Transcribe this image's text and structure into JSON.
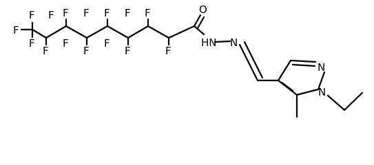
{
  "image": {
    "background": "#ffffff",
    "line_color": "#000000"
  },
  "molecule": {
    "fluorines": [
      "F",
      "F",
      "F",
      "F",
      "F",
      "F",
      "F",
      "F",
      "F",
      "F",
      "F",
      "F",
      "F",
      "F",
      "F"
    ],
    "carbonyl_oxygen": "O",
    "hydrazide_nh": "HN",
    "hydrazone_n": "N",
    "pyrazole_n2": "N",
    "pyrazole_n1": "N"
  }
}
